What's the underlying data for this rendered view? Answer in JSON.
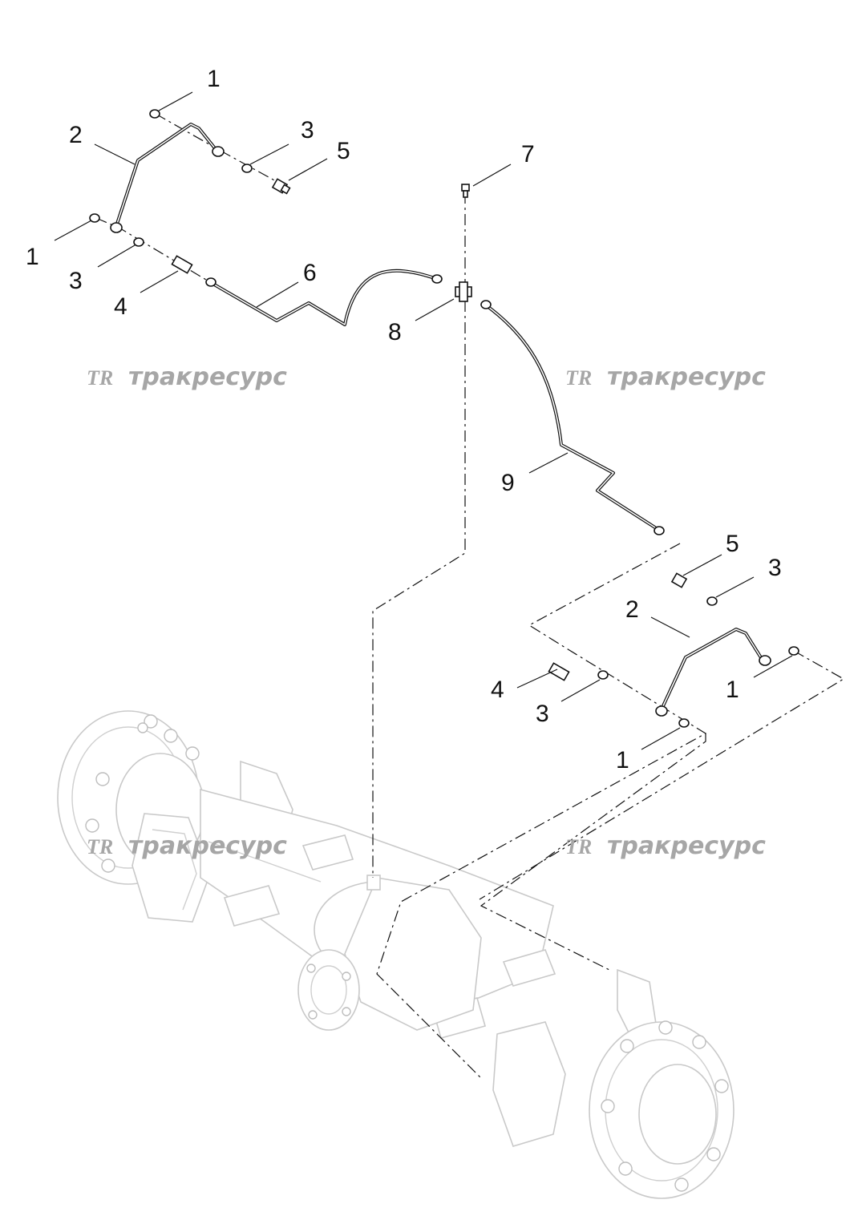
{
  "diagram": {
    "callouts": {
      "top_left": [
        "1",
        "2",
        "3",
        "5",
        "1",
        "3",
        "4",
        "6"
      ],
      "middle": [
        "7",
        "8",
        "9"
      ],
      "bottom_right": [
        "5",
        "3",
        "2",
        "1",
        "4",
        "3",
        "1"
      ]
    },
    "watermark": {
      "logo": "TR",
      "text": "тракресурс"
    },
    "colors": {
      "lines": "#111111",
      "axle_outline": "#c9c9c9",
      "watermark": "#a6a6a6"
    }
  }
}
